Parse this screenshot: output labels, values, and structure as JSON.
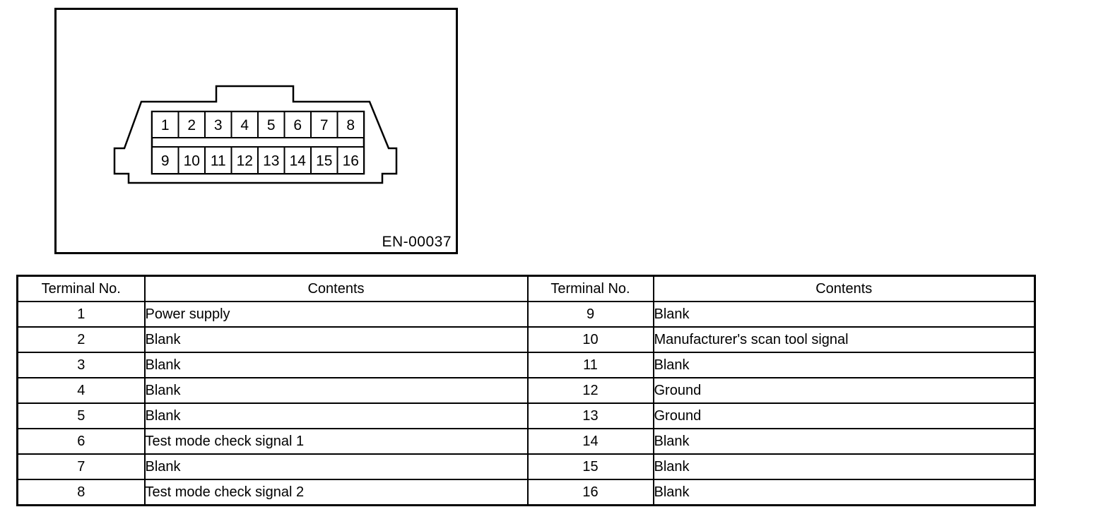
{
  "colors": {
    "ink": "#000000",
    "paper": "#ffffff"
  },
  "figure": {
    "code": "EN-00037",
    "connector": {
      "pin_rows": [
        [
          "1",
          "2",
          "3",
          "4",
          "5",
          "6",
          "7",
          "8"
        ],
        [
          "9",
          "10",
          "11",
          "12",
          "13",
          "14",
          "15",
          "16"
        ]
      ]
    }
  },
  "table": {
    "headers": [
      "Terminal No.",
      "Contents",
      "Terminal No.",
      "Contents"
    ],
    "rows": [
      [
        "1",
        "Power supply",
        "9",
        "Blank"
      ],
      [
        "2",
        "Blank",
        "10",
        "Manufacturer's scan tool signal"
      ],
      [
        "3",
        "Blank",
        "11",
        "Blank"
      ],
      [
        "4",
        "Blank",
        "12",
        "Ground"
      ],
      [
        "5",
        "Blank",
        "13",
        "Ground"
      ],
      [
        "6",
        "Test mode check signal 1",
        "14",
        "Blank"
      ],
      [
        "7",
        "Blank",
        "15",
        "Blank"
      ],
      [
        "8",
        "Test mode check signal 2",
        "16",
        "Blank"
      ]
    ]
  }
}
